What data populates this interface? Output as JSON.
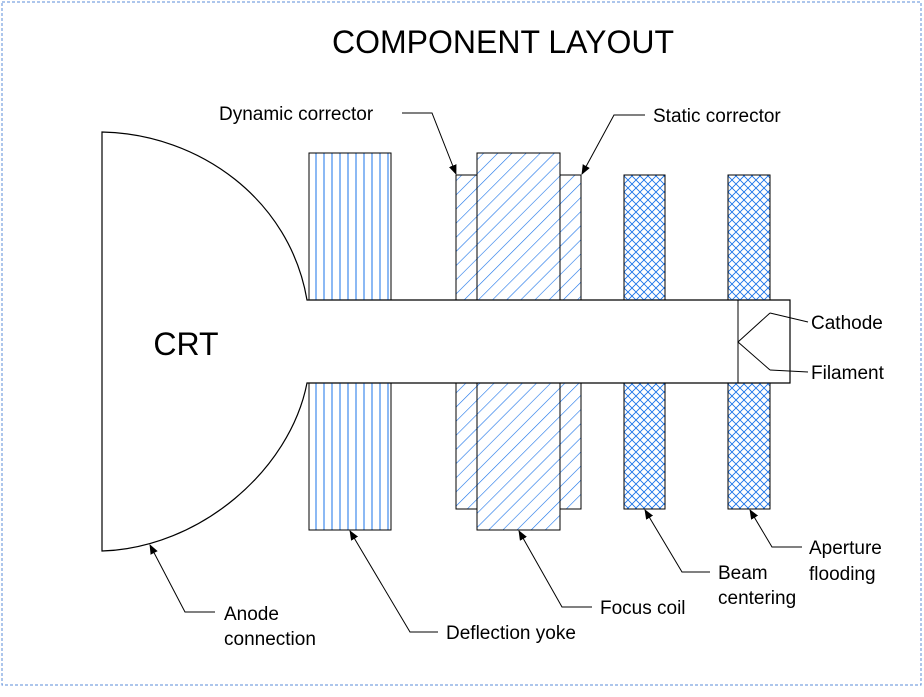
{
  "title": "COMPONENT LAYOUT",
  "tube_label": "CRT",
  "colors": {
    "hatch": "#1a73e8",
    "line": "#000000",
    "frame": "#5b8dd9"
  },
  "labels": {
    "dynamic_corrector": "Dynamic corrector",
    "static_corrector": "Static corrector",
    "cathode": "Cathode",
    "filament": "Filament",
    "anode_connection": [
      "Anode",
      "connection"
    ],
    "deflection_yoke": "Deflection yoke",
    "focus_coil": "Focus coil",
    "beam_centering": [
      "Beam",
      "centering"
    ],
    "aperture_flooding": [
      "Aperture",
      "flooding"
    ]
  }
}
